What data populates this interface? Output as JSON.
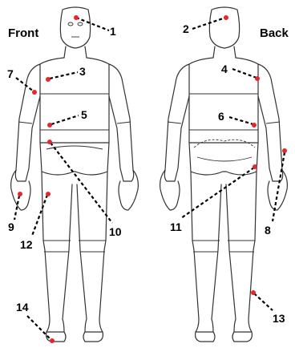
{
  "labels": {
    "front": "Front",
    "back": "Back"
  },
  "colors": {
    "point": "#e8242c",
    "outline": "#333333",
    "leader": "#000000"
  },
  "measurement_points": [
    {
      "id": "1",
      "text": "1"
    },
    {
      "id": "2",
      "text": "2"
    },
    {
      "id": "3",
      "text": "3"
    },
    {
      "id": "4",
      "text": "4"
    },
    {
      "id": "5",
      "text": "5"
    },
    {
      "id": "6",
      "text": "6"
    },
    {
      "id": "7",
      "text": "7"
    },
    {
      "id": "8",
      "text": "8"
    },
    {
      "id": "9",
      "text": "9"
    },
    {
      "id": "10",
      "text": "10"
    },
    {
      "id": "11",
      "text": "11"
    },
    {
      "id": "12",
      "text": "12"
    },
    {
      "id": "13",
      "text": "13"
    },
    {
      "id": "14",
      "text": "14"
    }
  ]
}
